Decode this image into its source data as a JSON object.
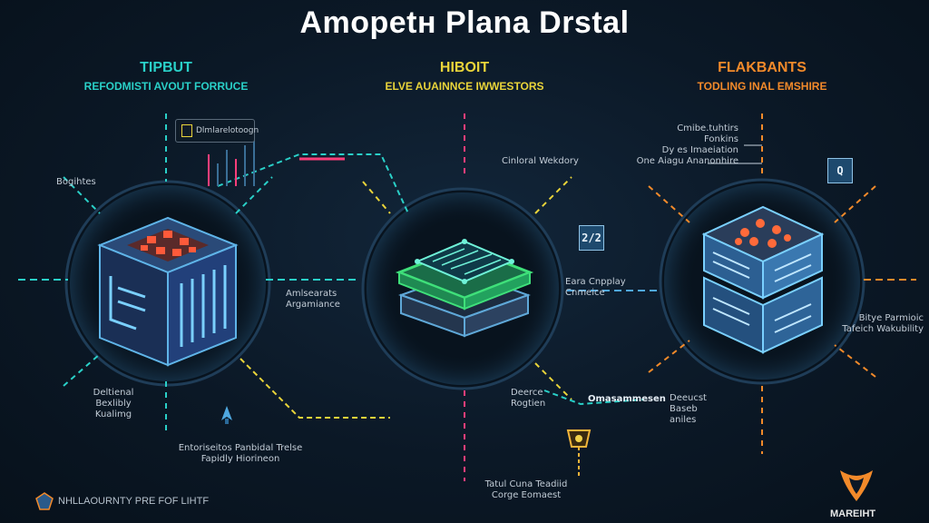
{
  "title": "Amopetн Plana Drstal",
  "sections": [
    {
      "title": "TIPBUT",
      "subtitle": "REFODMISTI AVOUT FORRUCE",
      "title_color": "#2ad0c8",
      "subtitle_color": "#2ad0c8"
    },
    {
      "title": "HIBOIT",
      "subtitle": "ELVE AUAINNCE IWWESTORS",
      "title_color": "#e9d43a",
      "subtitle_color": "#e9d43a"
    },
    {
      "title": "FLAKBANTS",
      "subtitle": "TODLING INAL EMSHIRE",
      "title_color": "#f28a2a",
      "subtitle_color": "#f28a2a"
    }
  ],
  "labels": {
    "chart_card": "Dlmlarelotoogn",
    "left_top": "Bogihtes",
    "left_bottom": [
      "Deltienal",
      "Bexlibly",
      "Kualimg"
    ],
    "middle_left": [
      "Amlsearats",
      "Argamiance"
    ],
    "bottom_left": [
      "Entoriseitos Panbidal Trelse",
      "Fapidly Hiorineon"
    ],
    "center_top": "Cinloral Wekdory",
    "center_right": [
      "Eara Cnpplay",
      "Cnmeice"
    ],
    "center_right_box": "2/2",
    "center_bottom": [
      "Deerce",
      "Rogtien"
    ],
    "center_bottom_right": "Omasammesen",
    "bottom_center": [
      "Tatul Cuna Teadiid",
      "Corge Eomaest"
    ],
    "right_top": [
      "Cmibe.tuhtirs",
      "Fonkins",
      "Dy es Imaeiation",
      "One Aiagu Ananonhire"
    ],
    "right_box": "Q",
    "right_bottom": [
      "Deeucst",
      "Baseb",
      "aniles"
    ],
    "right_side": [
      "Bitye Parmioic",
      "Tafeich Wakubility"
    ]
  },
  "footer": "NHLLAOURNTY PRE FOF LIHTF",
  "brand": "MAREIHT",
  "colors": {
    "accent_cyan": "#2ad0c8",
    "accent_yellow": "#e9d43a",
    "accent_orange": "#f28a2a",
    "accent_pink": "#ff3e7a",
    "glow_green": "#3fe07a",
    "box_blue": "#4fa8e0"
  }
}
